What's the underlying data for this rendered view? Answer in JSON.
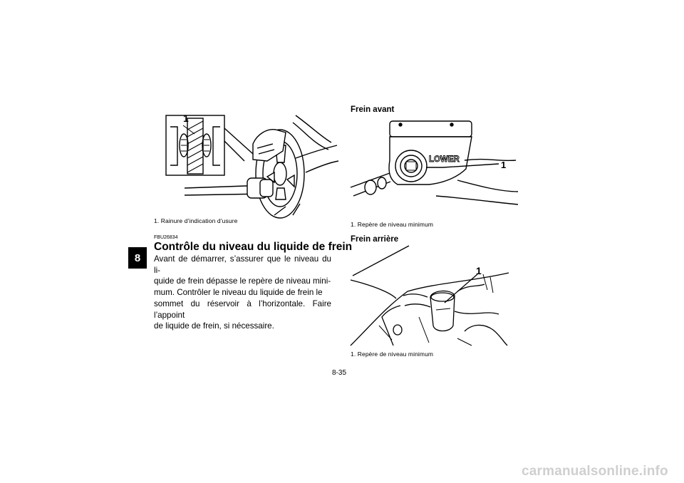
{
  "chapter": "8",
  "left_column": {
    "figure_callout": "1",
    "figure_caption": "1.  Rainure d’indication d’usure",
    "section_code": "FBU26834",
    "section_title": "Contrôle du niveau du liquide de frein",
    "body_lines": [
      "Avant de démarrer, s’assurer que le niveau du li-",
      "quide de frein dépasse le repère de niveau mini-",
      "mum. Contrôler le niveau du liquide de frein le",
      "sommet du réservoir à l’horizontale. Faire l’appoint",
      "de liquide de frein, si nécessaire."
    ]
  },
  "right_column": {
    "front": {
      "heading": "Frein avant",
      "reservoir_label": "LOWER",
      "callout": "1",
      "caption": "1.  Repère de niveau minimum"
    },
    "rear": {
      "heading": "Frein arrière",
      "callout": "1",
      "caption": "1.  Repère de niveau minimum"
    }
  },
  "page_number": "8-35",
  "footer_watermark": "carmanualsonline.info"
}
